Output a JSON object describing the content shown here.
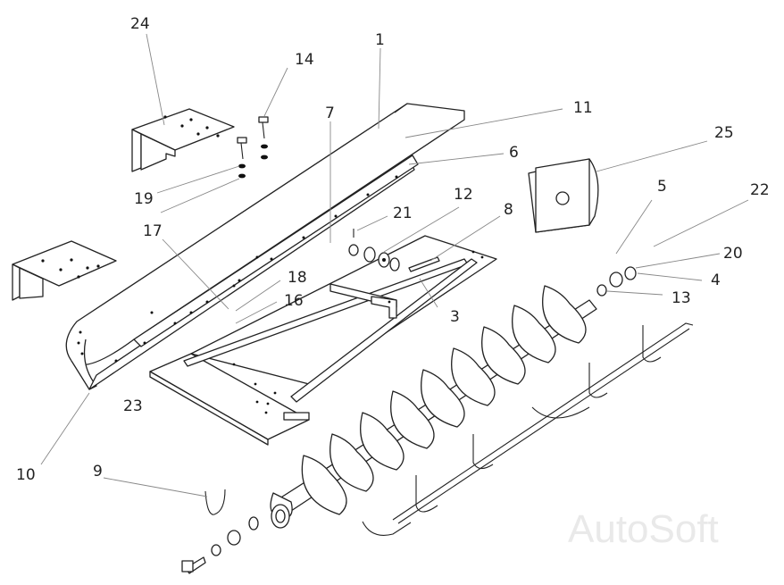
{
  "diagram": {
    "callouts": [
      {
        "id": "c1",
        "text": "1"
      },
      {
        "id": "c3",
        "text": "3"
      },
      {
        "id": "c4",
        "text": "4"
      },
      {
        "id": "c5",
        "text": "5"
      },
      {
        "id": "c6",
        "text": "6"
      },
      {
        "id": "c7",
        "text": "7"
      },
      {
        "id": "c8",
        "text": "8"
      },
      {
        "id": "c9",
        "text": "9"
      },
      {
        "id": "c10",
        "text": "10"
      },
      {
        "id": "c11",
        "text": "11"
      },
      {
        "id": "c12",
        "text": "12"
      },
      {
        "id": "c13",
        "text": "13"
      },
      {
        "id": "c14",
        "text": "14"
      },
      {
        "id": "c16",
        "text": "16"
      },
      {
        "id": "c17",
        "text": "17"
      },
      {
        "id": "c18",
        "text": "18"
      },
      {
        "id": "c19",
        "text": "19"
      },
      {
        "id": "c20",
        "text": "20"
      },
      {
        "id": "c21",
        "text": "21"
      },
      {
        "id": "c22",
        "text": "22"
      },
      {
        "id": "c23",
        "text": "23"
      },
      {
        "id": "c24",
        "text": "24"
      },
      {
        "id": "c25",
        "text": "25"
      }
    ],
    "watermark": "AutoSoft"
  }
}
